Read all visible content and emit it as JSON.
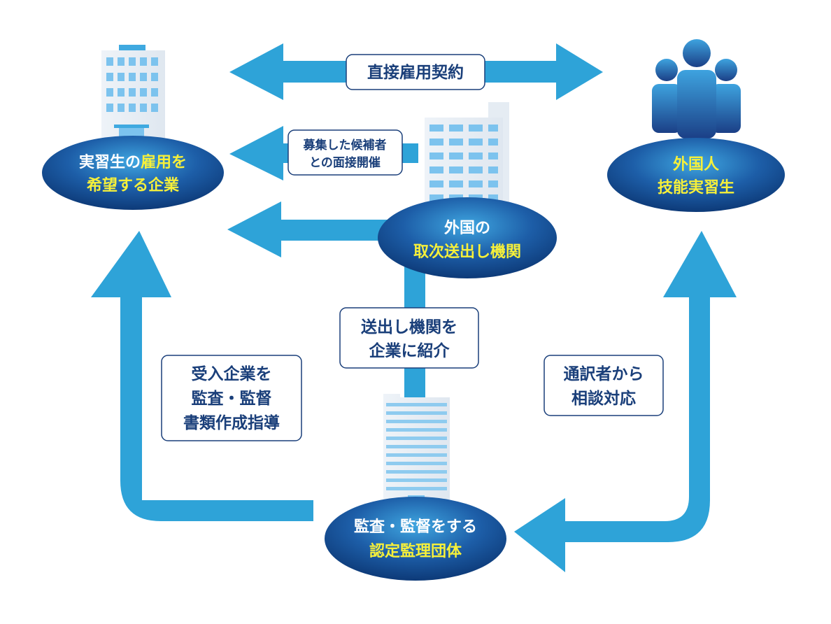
{
  "nodes": {
    "company": {
      "line1_white": "実習生の",
      "line1_yellow": "雇用を",
      "line2_yellow": "希望する企業"
    },
    "trainee": {
      "line1": "外国人",
      "line2": "技能実習生"
    },
    "sending_agency": {
      "line1": "外国の",
      "line2": "取次送出し機関"
    },
    "supervising_org": {
      "line1": "監査・監督をする",
      "line2": "認定監理団体"
    }
  },
  "labels": {
    "direct_contract": "直接雇用契約",
    "interview": {
      "line1": "募集した候補者",
      "line2": "との面接開催"
    },
    "introduce": {
      "line1": "送出し機関を",
      "line2": "企業に紹介"
    },
    "audit": {
      "line1": "受入企業を",
      "line2": "監査・監督",
      "line3": "書類作成指導"
    },
    "consult": {
      "line1": "通訳者から",
      "line2": "相談対応"
    }
  },
  "colors": {
    "arrow": "#2ea3d8",
    "node_dark": "#0d3a78",
    "node_light": "#2f8fce",
    "highlight_text": "#f6f03a",
    "label_text": "#1a3f7a"
  },
  "icons": [
    "office-building-icon",
    "people-group-icon",
    "agency-building-icon",
    "tower-building-icon"
  ]
}
